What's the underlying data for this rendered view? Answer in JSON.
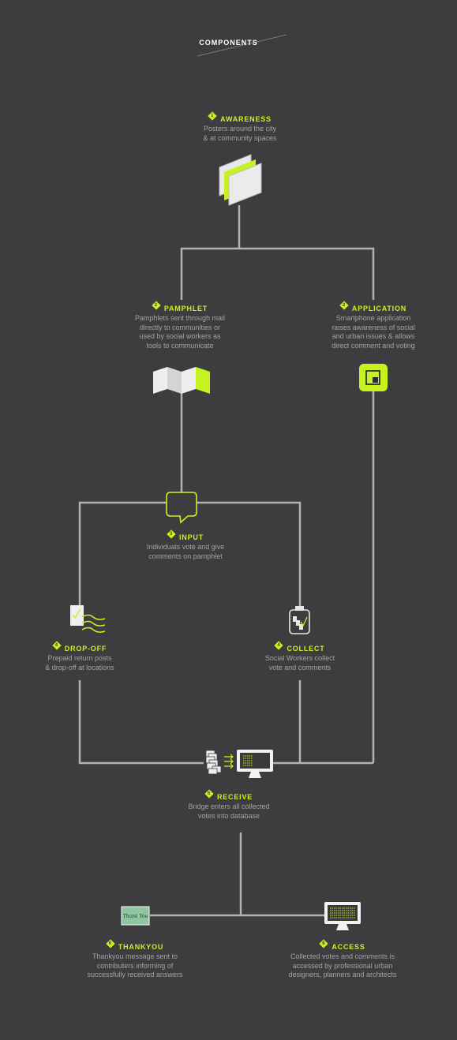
{
  "header": {
    "title": "COMPONENTS"
  },
  "colors": {
    "background": "#3d3d3f",
    "accent": "#c6f31f",
    "line": "#b3b3b3",
    "text_muted": "#a3a3a5",
    "thankyou_card": "#8cc7a1"
  },
  "nodes": {
    "awareness": {
      "num": "1",
      "title": "AWARENESS",
      "desc": "Posters around the city\n& at community spaces",
      "icon": "poster-stack-icon"
    },
    "pamphlet": {
      "num": "2",
      "title": "PAMPHLET",
      "desc": "Pamphlets sent through mail\ndirectly to communities or\nused by social workers as\ntools to communicate",
      "icon": "folded-map-icon"
    },
    "application": {
      "num": "2",
      "title": "APPLICATION",
      "desc": "Smartphone application\nraises awareness of social\nand urban issues & allows\ndirect comment and voting",
      "icon": "app-icon"
    },
    "input": {
      "num": "3",
      "title": "INPUT",
      "desc": "Individuals vote and give\ncomments on pamphlet",
      "icon": "speech-bubble-icon"
    },
    "dropoff": {
      "num": "4",
      "title": "DROP-OFF",
      "desc": "Prepaid return posts\n& drop-off at locations",
      "icon": "mail-send-icon"
    },
    "collect": {
      "num": "4",
      "title": "COLLECT",
      "desc": "Social Workers collect\nvote and comments",
      "icon": "clipboard-icon"
    },
    "receive": {
      "num": "5",
      "title": "RECEIVE",
      "desc": "Bridge enters all collected\nvotes into database",
      "icon": "computer-icon"
    },
    "thankyou": {
      "num": "6",
      "title": "THANKYOU",
      "desc": "Thankyou message sent to\ncontributers informing of\nsuccessfully received answers",
      "icon": "thank-you-card-icon",
      "card_text": "Thank You"
    },
    "access": {
      "num": "6",
      "title": "ACCESS",
      "desc": "Collected votes and comments is\naccessed by professional urban\ndesigners, planners and architects",
      "icon": "monitor-icon"
    }
  }
}
